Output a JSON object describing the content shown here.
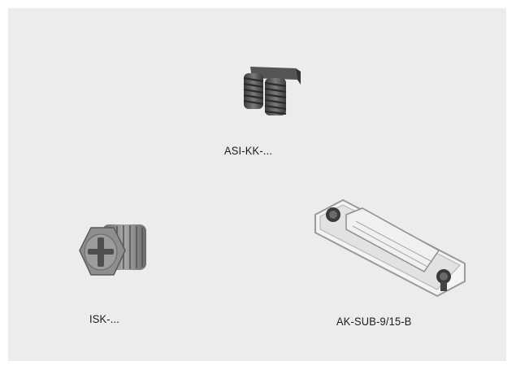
{
  "products": [
    {
      "name": "asi-kk",
      "label": "ASI-KK-...",
      "icon": "threaded-screw-pair-icon"
    },
    {
      "name": "isk",
      "label": "ISK-...",
      "icon": "hex-screw-plug-icon"
    },
    {
      "name": "ak-sub",
      "label": "AK-SUB-9/15-B",
      "icon": "transparent-connector-cover-icon"
    }
  ],
  "colors": {
    "background": "#ececec",
    "part_dark": "#4a4a4a",
    "part_mid": "#8a8a8a",
    "caption": "#1a1a1a"
  }
}
